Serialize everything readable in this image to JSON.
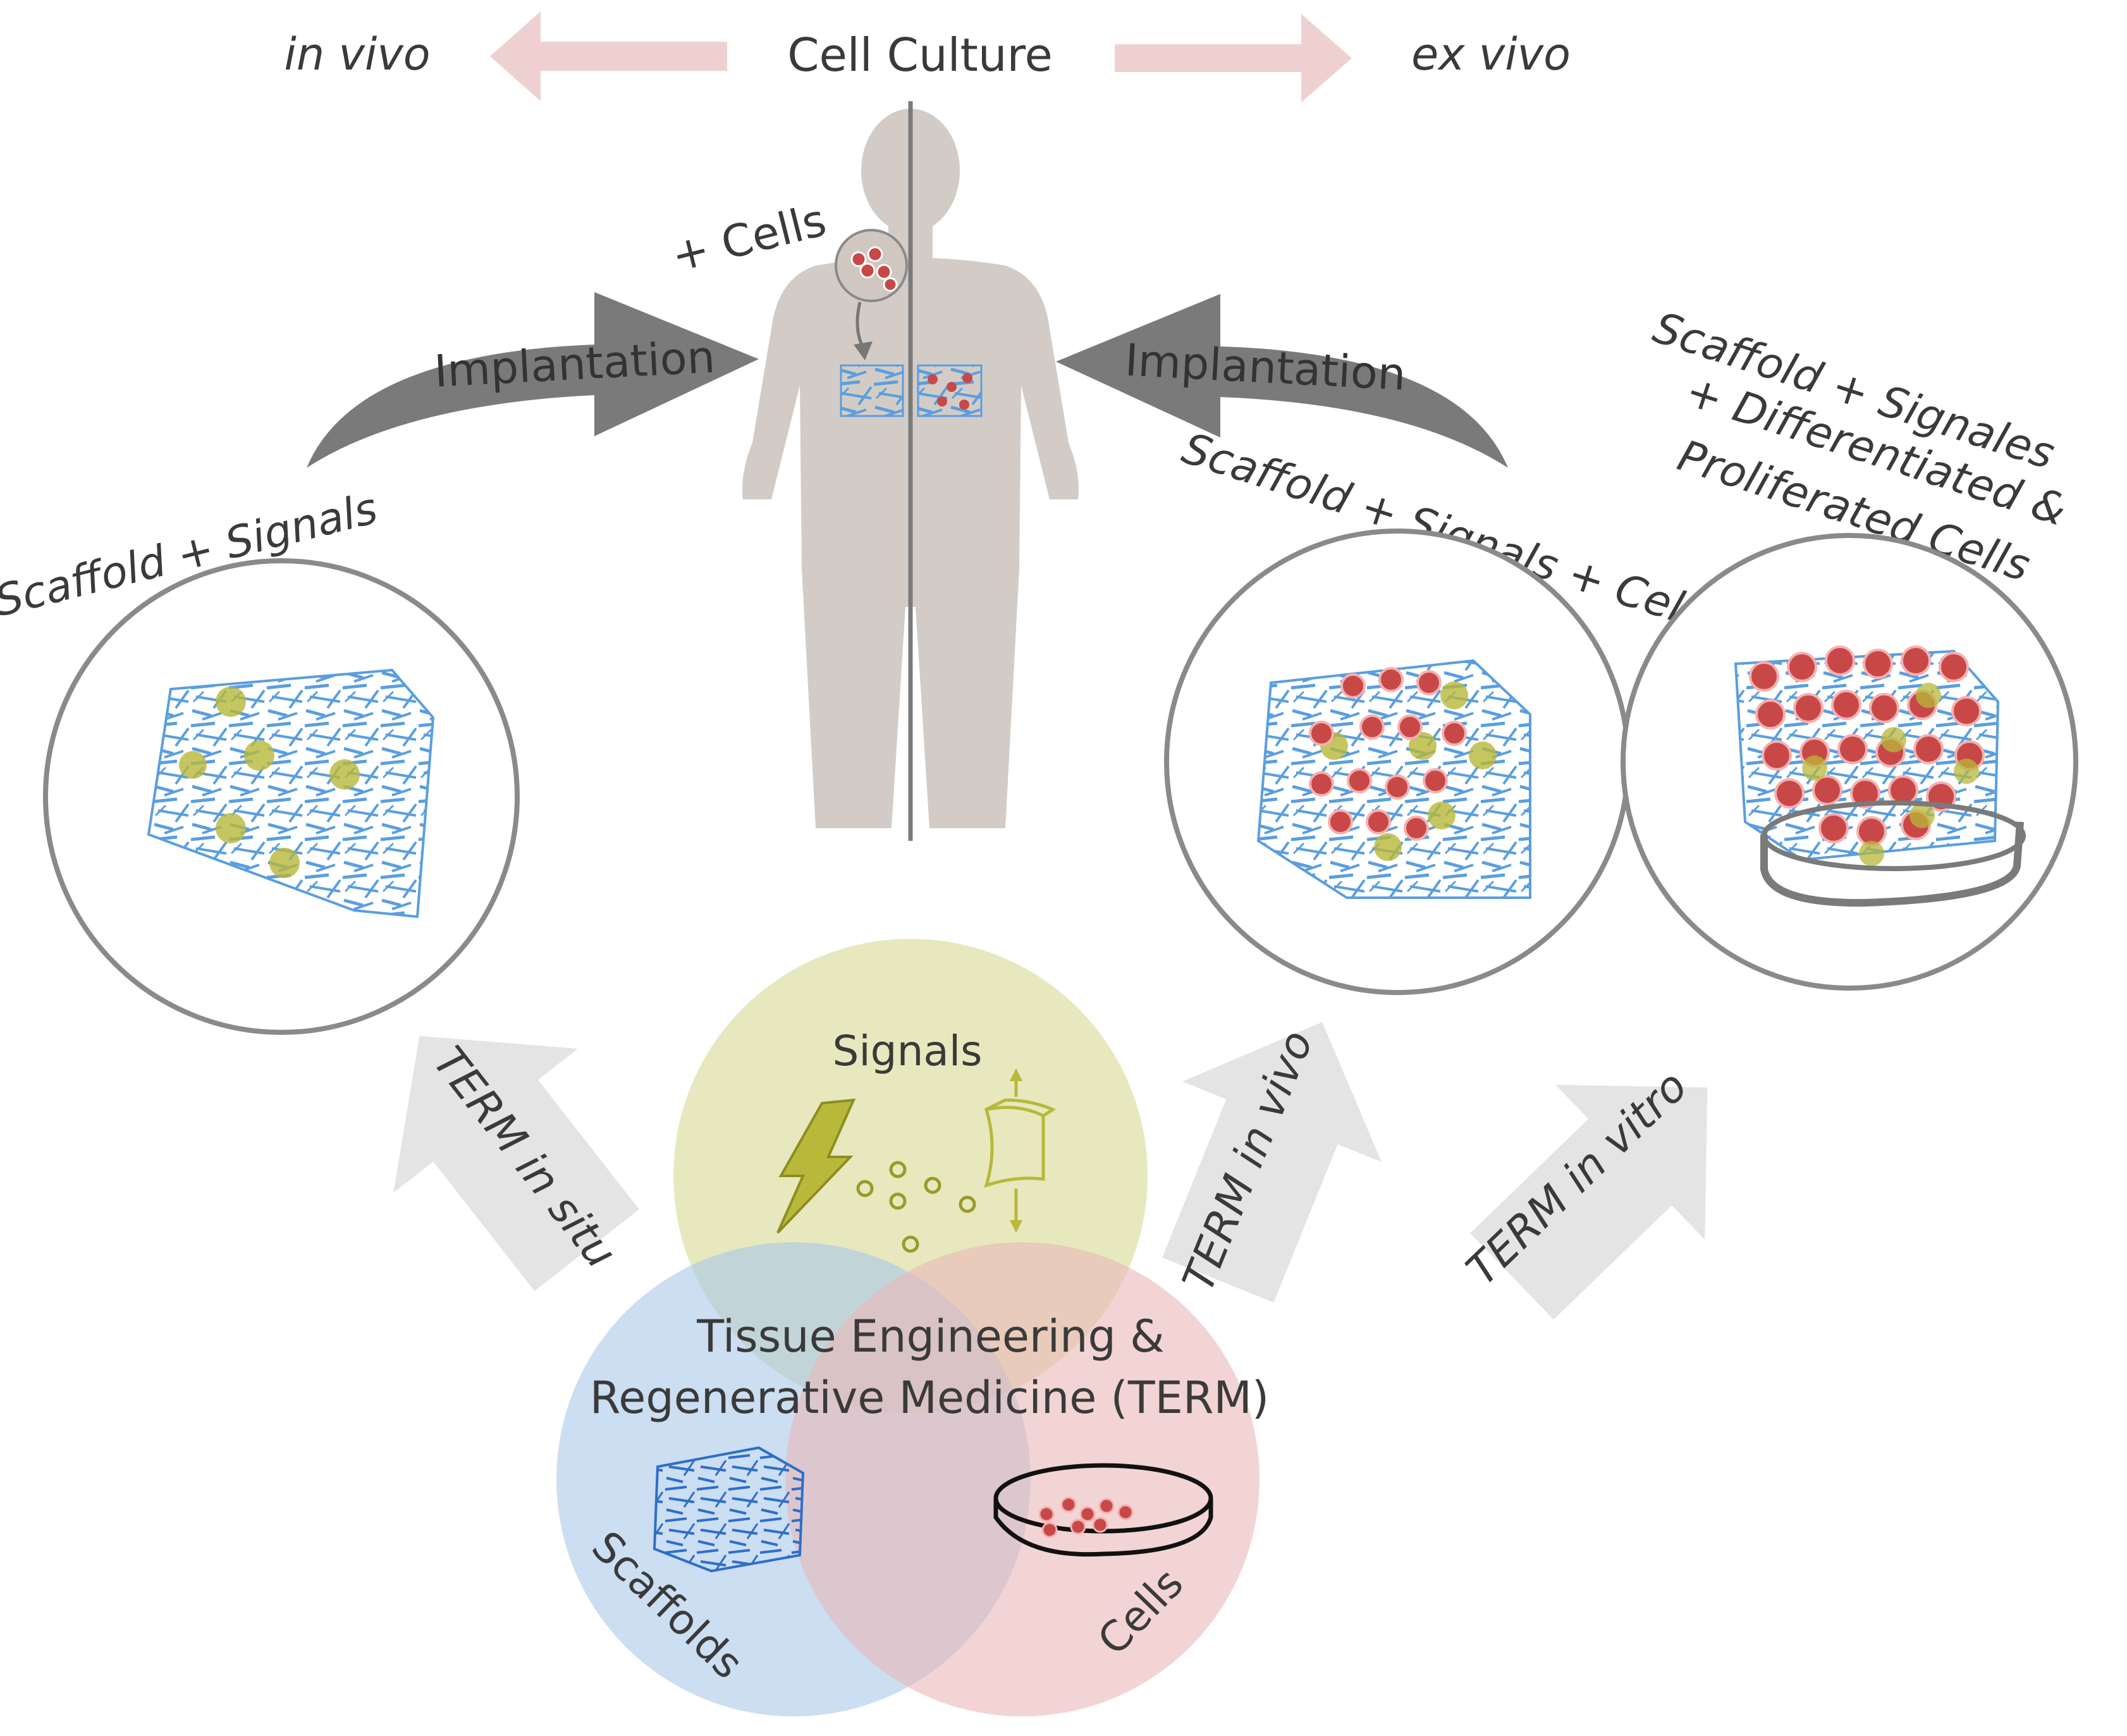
{
  "header": {
    "left_label": "in vivo",
    "center_label": "Cell Culture",
    "right_label": "ex vivo"
  },
  "body_figure": {
    "cells_label": "+ Cells"
  },
  "implantation": {
    "left_label": "Implantation",
    "right_label": "Implantation"
  },
  "constructs": {
    "left_label": "Scaffold + Signals",
    "middle_label": "Scaffold + Signals + Cells",
    "right_label_line1": "Scaffold + Signales",
    "right_label_line2": "+ Differentiated &",
    "right_label_line3": "Proliferated Cells"
  },
  "routes": {
    "in_situ": "TERM in situ",
    "in_vivo": "TERM in vivo",
    "in_vitro": "TERM in vitro"
  },
  "venn": {
    "signals_label": "Signals",
    "scaffolds_label": "Scaffolds",
    "cells_label": "Cells",
    "center_line1": "Tissue Engineering &",
    "center_line2": "Regenerative Medicine (TERM)"
  },
  "colors": {
    "pink_arrow": "#efd0d0",
    "dark_arrow": "#7a7a7a",
    "light_arrow": "#e4e4e4",
    "body": "#d3ccc6",
    "scaffold_blue": "#5a9ee0",
    "signal_yellow": "#b8b83a",
    "cell_red": "#c84848",
    "venn_yellow": "#dfe0a8",
    "venn_blue": "#a8c8ea",
    "venn_red": "#eab8b8"
  }
}
